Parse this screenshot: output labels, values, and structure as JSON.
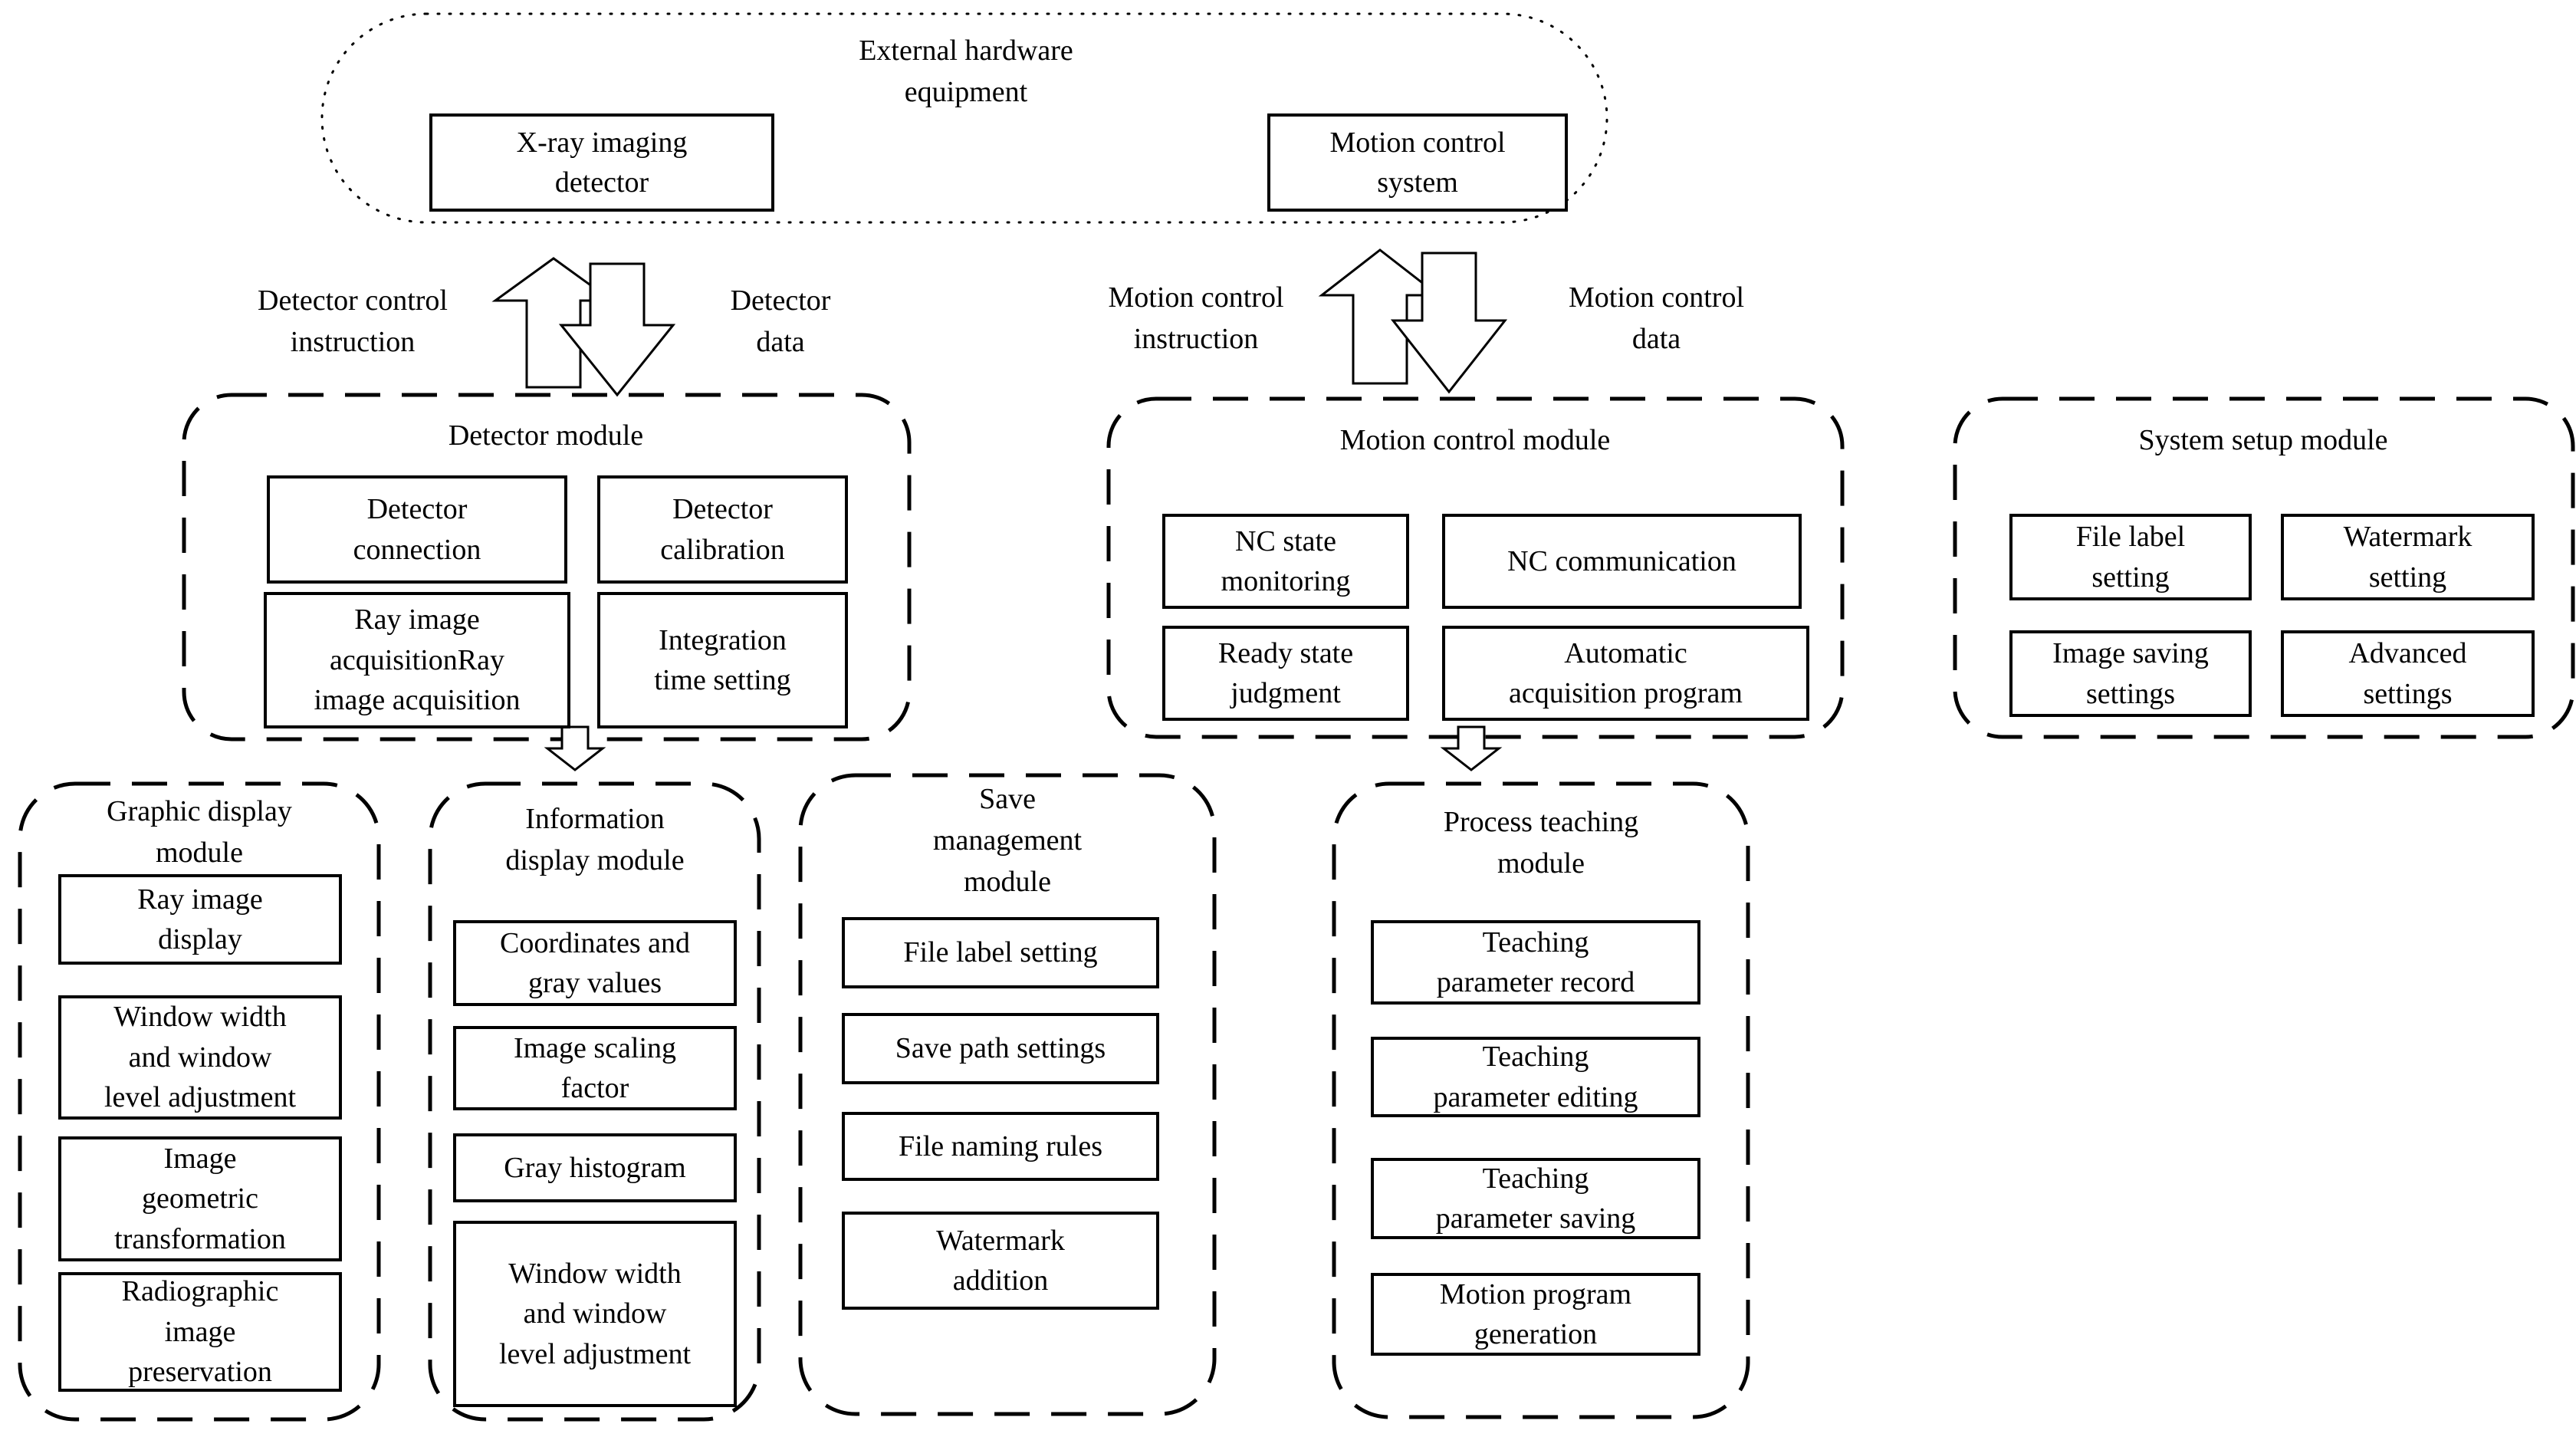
{
  "colors": {
    "ink": "#000000",
    "background": "#ffffff"
  },
  "external_hardware": {
    "title": "External hardware\nequipment",
    "boxes": [
      {
        "label": "X-ray imaging\ndetector"
      },
      {
        "label": "Motion control\nsystem"
      }
    ]
  },
  "flows": [
    {
      "label": "Detector control\ninstruction",
      "direction": "up"
    },
    {
      "label": "Detector\ndata",
      "direction": "down"
    },
    {
      "label": "Motion control\ninstruction",
      "direction": "up"
    },
    {
      "label": "Motion control\ndata",
      "direction": "down"
    }
  ],
  "modules": [
    {
      "title": "Detector module",
      "items": [
        "Detector\nconnection",
        "Detector\ncalibration",
        "Ray image\nacquisitionRay\nimage acquisition",
        "Integration\ntime setting"
      ]
    },
    {
      "title": "Motion control module",
      "items": [
        "NC state\nmonitoring",
        "NC communication",
        "Ready state\njudgment",
        "Automatic\nacquisition program"
      ]
    },
    {
      "title": "System setup module",
      "items": [
        "File label\nsetting",
        "Watermark\nsetting",
        "Image saving\nsettings",
        "Advanced\nsettings"
      ]
    },
    {
      "title": "Graphic display\nmodule",
      "items": [
        "Ray image\ndisplay",
        "Window width\nand window\nlevel adjustment",
        "Image\ngeometric\ntransformation",
        "Radiographic\nimage\npreservation"
      ]
    },
    {
      "title": "Information\ndisplay module",
      "items": [
        "Coordinates and\ngray values",
        "Image scaling\nfactor",
        "Gray histogram",
        "Window width\nand window\nlevel adjustment"
      ]
    },
    {
      "title": "Save\nmanagement\nmodule",
      "items": [
        "File label setting",
        "Save path settings",
        "File naming rules",
        "Watermark\naddition"
      ]
    },
    {
      "title": "Process teaching\nmodule",
      "items": [
        "Teaching\nparameter record",
        "Teaching\nparameter editing",
        "Teaching\nparameter saving",
        "Motion program\ngeneration"
      ]
    }
  ]
}
